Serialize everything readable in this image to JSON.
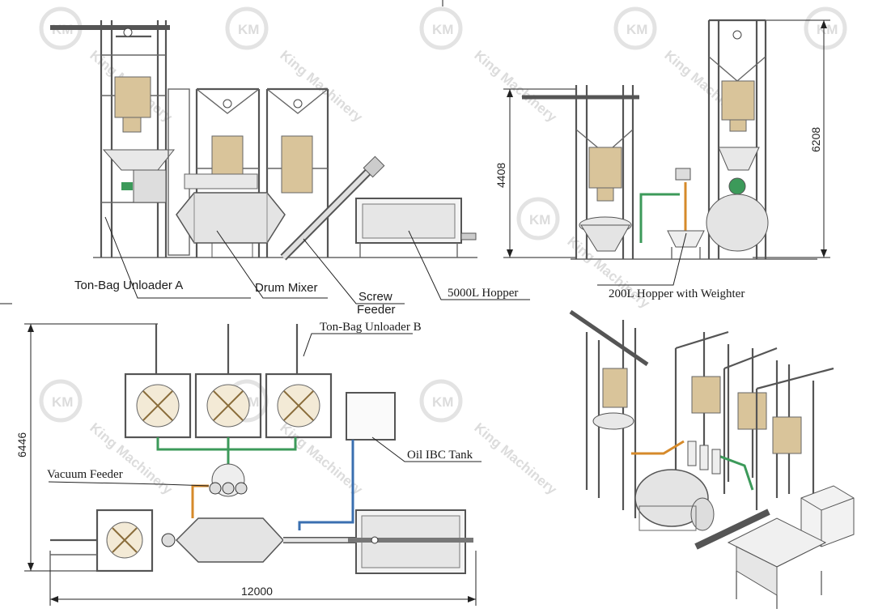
{
  "labels": {
    "ton_bag_unloader_a": "Ton-Bag Unloader A",
    "drum_mixer": "Drum Mixer",
    "screw_feeder_line1": "Screw",
    "screw_feeder_line2": "Feeder",
    "hopper_5000l": "5000L Hopper",
    "hopper_200l": "200L Hopper with Weighter",
    "ton_bag_unloader_b": "Ton-Bag Unloader B",
    "oil_ibc_tank": "Oil IBC Tank",
    "vacuum_feeder": "Vacuum Feeder"
  },
  "dimensions": {
    "height_left": "4408",
    "height_right": "6208",
    "plan_depth": "6446",
    "plan_length": "12000"
  },
  "watermark": {
    "text": "King Machinery",
    "logo_letters": "KM"
  },
  "colors": {
    "line": "#555555",
    "bag": "#d9c49a",
    "pipe_green": "#3c9a5a",
    "pipe_orange": "#d68a2a",
    "pipe_blue": "#3a6fb0",
    "drum": "#e4e4e4"
  }
}
